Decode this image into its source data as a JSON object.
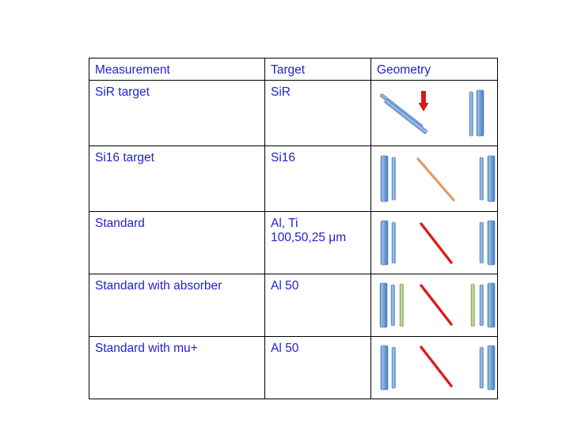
{
  "slide": {
    "background_color": "#ffffff",
    "text_color": "#2222CC",
    "border_color": "#000000"
  },
  "table": {
    "name": "measurement-geometry-table",
    "headers": [
      {
        "id": "measurement",
        "label": "Measurement"
      },
      {
        "id": "target",
        "label": "Target"
      },
      {
        "id": "geometry",
        "label": "Geometry"
      }
    ],
    "rows": [
      {
        "measurement": "SiR target",
        "target": "SiR",
        "geometry": {
          "name": "geometry-sir-target",
          "description": "two parallel blue diagonal bars with red down arrow, plus two vertical blue bars at right",
          "elements": [
            {
              "kind": "diagonal-bar",
              "color": "#5B8FCB"
            },
            {
              "kind": "diagonal-bar",
              "color": "#5B8FCB"
            },
            {
              "kind": "down-arrow",
              "color": "#D71A1A"
            },
            {
              "kind": "vertical-bar-thin",
              "color": "#6A97CF"
            },
            {
              "kind": "vertical-bar-thick",
              "color": "#4A86CE"
            }
          ]
        }
      },
      {
        "measurement": "Si16 target",
        "target": "Si16",
        "geometry": {
          "name": "geometry-si16-target",
          "description": "vertical blue bar pair at left and right with orange diagonal line between",
          "elements": [
            {
              "kind": "vertical-bar-thick",
              "color": "#4A86CE"
            },
            {
              "kind": "vertical-bar-thin",
              "color": "#6A97CF"
            },
            {
              "kind": "diagonal-line",
              "color": "#E09B62"
            },
            {
              "kind": "vertical-bar-thin",
              "color": "#6A97CF"
            },
            {
              "kind": "vertical-bar-thick",
              "color": "#4A86CE"
            }
          ]
        }
      },
      {
        "measurement": "Standard",
        "target": "Al, Ti\n100,50,25 μm",
        "geometry": {
          "name": "geometry-standard",
          "description": "vertical blue bar pair at left and right with red diagonal line between",
          "elements": [
            {
              "kind": "vertical-bar-thick",
              "color": "#4A86CE"
            },
            {
              "kind": "vertical-bar-thin",
              "color": "#6A97CF"
            },
            {
              "kind": "diagonal-line",
              "color": "#E01B1B"
            },
            {
              "kind": "vertical-bar-thin",
              "color": "#6A97CF"
            },
            {
              "kind": "vertical-bar-thick",
              "color": "#4A86CE"
            }
          ]
        }
      },
      {
        "measurement": "Standard with absorber",
        "target": "Al 50",
        "geometry": {
          "name": "geometry-standard-with-absorber",
          "description": "blue bar pair plus green absorber bar on each side with red diagonal line between",
          "elements": [
            {
              "kind": "vertical-bar-thick",
              "color": "#4A86CE"
            },
            {
              "kind": "vertical-bar-thin",
              "color": "#6A97CF"
            },
            {
              "kind": "vertical-bar-green",
              "color": "#93B86A"
            },
            {
              "kind": "diagonal-line",
              "color": "#E01B1B"
            },
            {
              "kind": "vertical-bar-green",
              "color": "#93B86A"
            },
            {
              "kind": "vertical-bar-thin",
              "color": "#6A97CF"
            },
            {
              "kind": "vertical-bar-thick",
              "color": "#4A86CE"
            }
          ]
        }
      },
      {
        "measurement": "Standard with mu+",
        "target": "Al 50",
        "geometry": {
          "name": "geometry-standard-with-mu-plus",
          "description": "vertical blue bar pair at left and right with red diagonal line between",
          "elements": [
            {
              "kind": "vertical-bar-thick",
              "color": "#4A86CE"
            },
            {
              "kind": "vertical-bar-thin",
              "color": "#6A97CF"
            },
            {
              "kind": "diagonal-line",
              "color": "#E01B1B"
            },
            {
              "kind": "vertical-bar-thin",
              "color": "#6A97CF"
            },
            {
              "kind": "vertical-bar-thick",
              "color": "#4A86CE"
            }
          ]
        }
      }
    ]
  },
  "colors": {
    "text_blue": "#2222CC",
    "bar_blue_light": "#AFCBEA",
    "bar_blue_mid": "#6F9FD8",
    "bar_blue_dark": "#3B6FB0",
    "bar_green_light": "#C9DCAF",
    "bar_green_mid": "#93B86A",
    "arrow_red": "#D71A1A",
    "line_red": "#E01B1B",
    "line_orange": "#E09B62"
  }
}
